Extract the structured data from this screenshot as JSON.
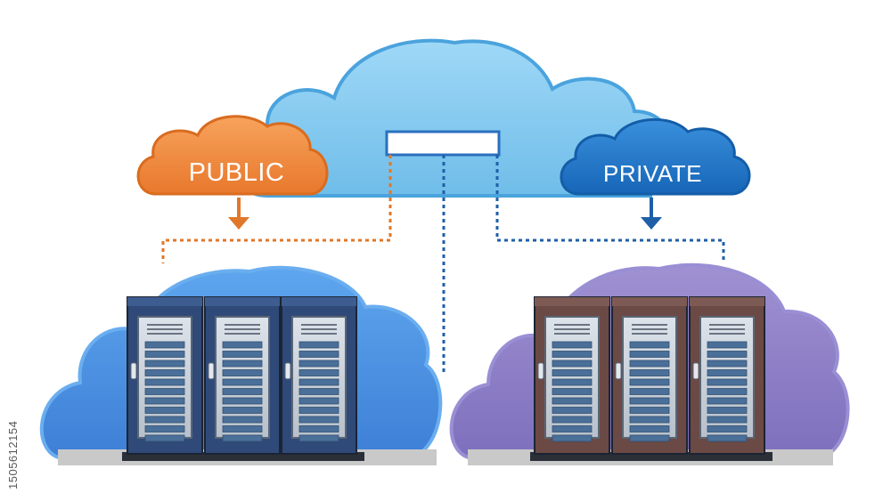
{
  "clouds": {
    "public_label": "PUBLIC",
    "private_label": "PRIVATE"
  },
  "caption": "1505612154",
  "colors": {
    "central_cloud": "#8fd0f5",
    "public_cloud": "#f08a3c",
    "private_cloud": "#1f77c9",
    "public_rack_cloud": "#4a8fe0",
    "private_rack_cloud": "#8a7cc4",
    "public_line": "#e0772a",
    "private_line": "#1f5fa8",
    "public_rack": "#2f4a78",
    "private_rack": "#6b4a45"
  },
  "icons": [
    "central-cloud-icon",
    "public-cloud-icon",
    "private-cloud-icon",
    "down-arrow-icon",
    "server-rack-icon"
  ]
}
